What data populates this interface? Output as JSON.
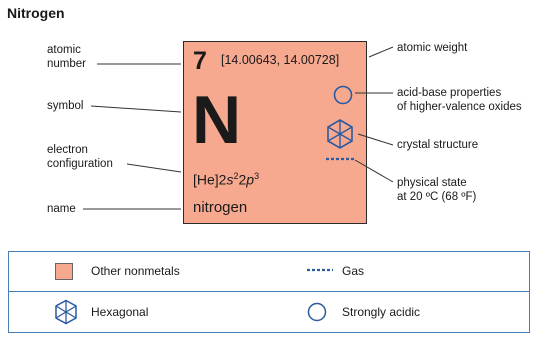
{
  "title": "Nitrogen",
  "element": {
    "number": "7",
    "weight": "[14.00643, 14.00728]",
    "symbol": "N",
    "config_core": "[He]2",
    "config_s": "s",
    "config_s_exp": "2",
    "config_mid": "2",
    "config_p": "p",
    "config_p_exp": "3",
    "name": "nitrogen",
    "color": "#f7a98f"
  },
  "labels": {
    "atomic_number_1": "atomic",
    "atomic_number_2": "number",
    "symbol": "symbol",
    "electron_1": "electron",
    "electron_2": "configuration",
    "name": "name",
    "atomic_weight": "atomic weight",
    "acid_base_1": "acid-base properties",
    "acid_base_2": "of higher-valence oxides",
    "crystal": "crystal structure",
    "state_1": "physical state",
    "state_2": "at 20 ºC (68 ºF)"
  },
  "legend": {
    "category": "Other nonmetals",
    "state": "Gas",
    "crystal": "Hexagonal",
    "acid": "Strongly acidic",
    "accent": "#2a5aa0"
  },
  "icons": {
    "acid": "circle-icon",
    "crystal": "hexagon-icon",
    "state": "dashed-line-icon"
  }
}
